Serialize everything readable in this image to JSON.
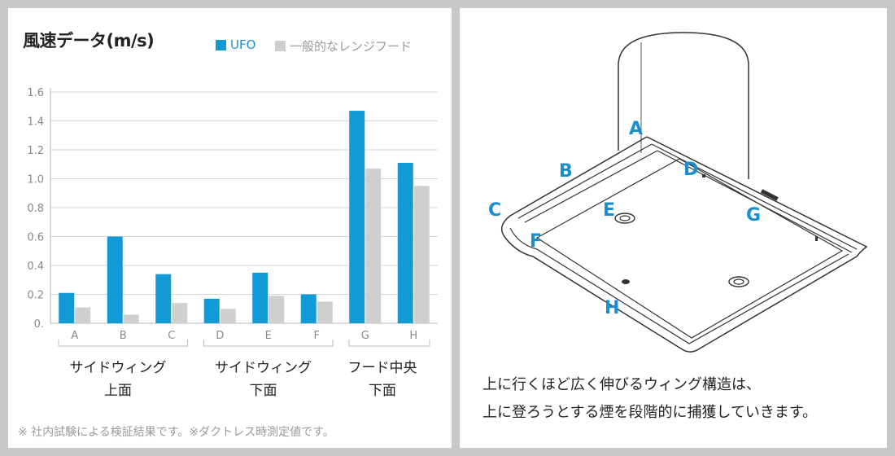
{
  "chart_data": {
    "type": "bar",
    "title": "風速データ(m/s)",
    "categories": [
      "A",
      "B",
      "C",
      "D",
      "E",
      "F",
      "G",
      "H"
    ],
    "series": [
      {
        "name": "UFO",
        "values": [
          0.21,
          0.6,
          0.34,
          0.17,
          0.35,
          0.2,
          1.47,
          1.11
        ],
        "color": "#119ad6"
      },
      {
        "name": "一般的なレンジフード",
        "values": [
          0.11,
          0.06,
          0.14,
          0.1,
          0.19,
          0.15,
          1.07,
          0.95
        ],
        "color": "#cfcfcf"
      }
    ],
    "ylim": [
      0,
      1.6
    ],
    "yticks": [
      "0.",
      "0.2",
      "0.4",
      "0.6",
      "0.8",
      "1.0",
      "1.2",
      "1.4",
      "1.6"
    ],
    "grid": true,
    "legend_position": "top-right",
    "groups": [
      {
        "line1": "サイドウィング",
        "line2": "上面"
      },
      {
        "line1": "サイドウィング",
        "line2": "下面"
      },
      {
        "line1": "フード中央",
        "line2": "下面"
      }
    ]
  },
  "footnote": "※ 社内試験による検証結果です。※ダクトレス時測定値です。",
  "illustration": {
    "labels": [
      "A",
      "B",
      "C",
      "D",
      "E",
      "F",
      "G",
      "H"
    ],
    "caption_line1": "上に行くほど広く伸びるウィング構造は、",
    "caption_line2": "上に登ろうとする煙を段階的に捕獲していきます。"
  }
}
